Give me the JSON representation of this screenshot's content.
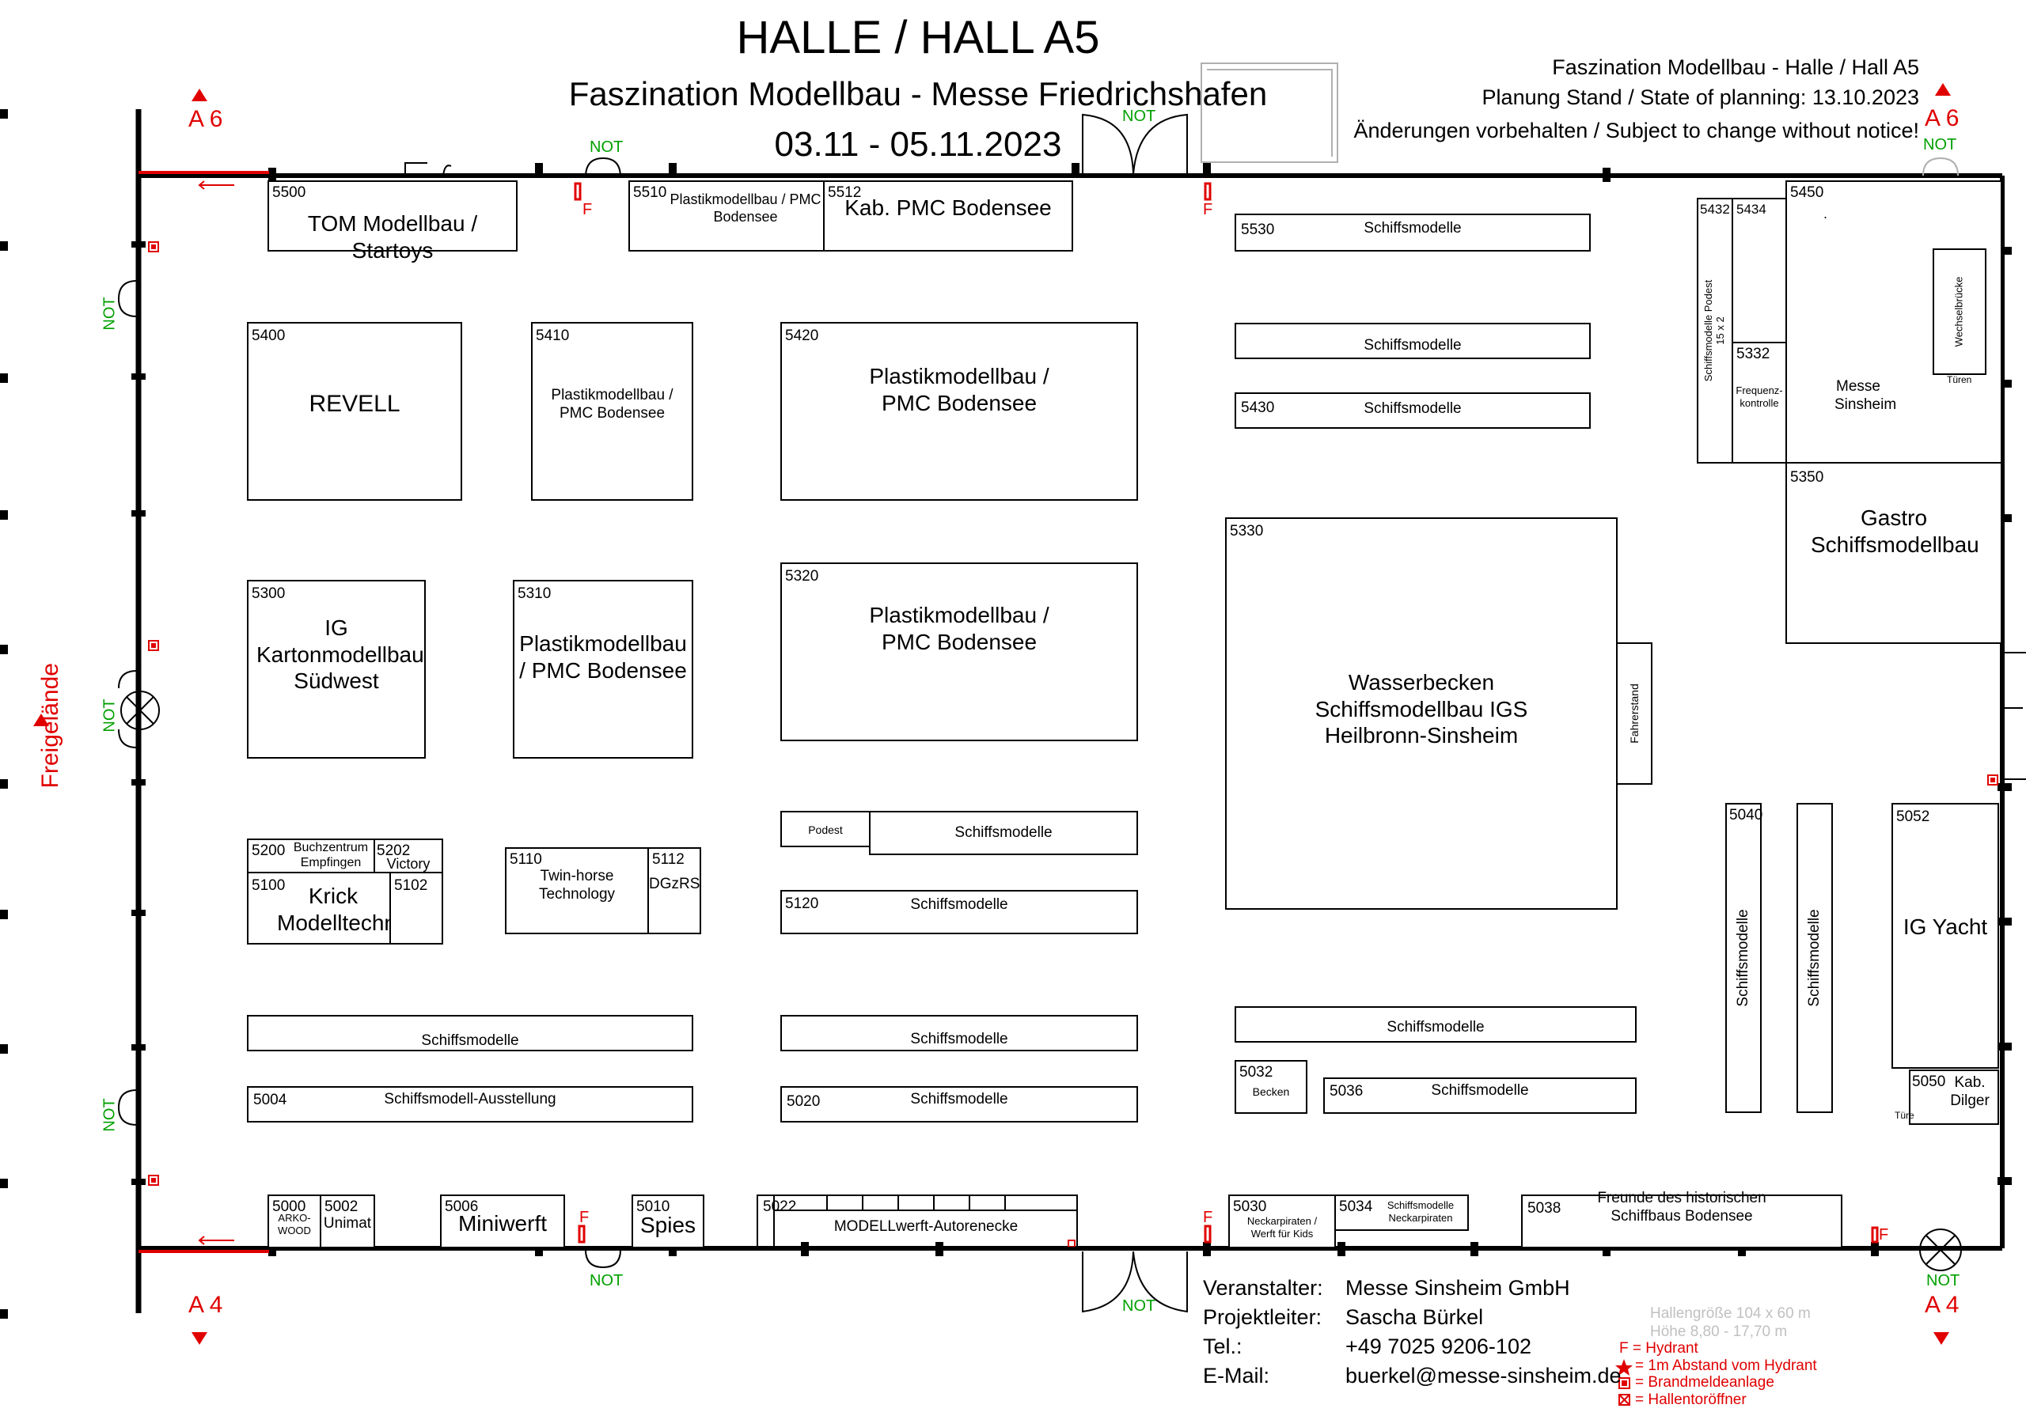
{
  "header": {
    "title": "HALLE / HALL A5",
    "subtitle": "Faszination Modellbau - Messe Friedrichshafen",
    "dates": "03.11 - 05.11.2023",
    "right_line1": "Faszination Modellbau - Halle / Hall A5",
    "right_line2": "Planung Stand / State of planning: 13.10.2023",
    "right_line3": "Änderungen vorbehalten / Subject to change without notice!"
  },
  "labels": {
    "a6": "A 6",
    "a4": "A 4",
    "not": "NOT",
    "f": "F",
    "freigelaende": "Freigelände"
  },
  "booths": [
    {
      "id": "5500",
      "label": "TOM Modellbau / Startoys"
    },
    {
      "id": "5510",
      "label": "Plastikmodellbau / PMC Bodensee"
    },
    {
      "id": "5512",
      "label": "Kab. PMC Bodensee"
    },
    {
      "id": "5530",
      "label": "Schiffsmodelle"
    },
    {
      "id": "",
      "label": "Schiffsmodelle"
    },
    {
      "id": "5430",
      "label": "Schiffsmodelle"
    },
    {
      "id": "5400",
      "label": "REVELL"
    },
    {
      "id": "5410",
      "label": "Plastikmodellbau / PMC Bodensee"
    },
    {
      "id": "5420",
      "label": "Plastikmodellbau / PMC Bodensee"
    },
    {
      "id": "5300",
      "label": "IG Kartonmodellbau Südwest"
    },
    {
      "id": "5310",
      "label": "Plastikmodellbau / PMC Bodensee"
    },
    {
      "id": "5320",
      "label": "Plastikmodellbau / PMC Bodensee"
    },
    {
      "id": "5330",
      "label": "Wasserbecken Schiffsmodellbau IGS Heilbronn-Sinsheim"
    },
    {
      "id": "",
      "label": "Fahrerstand"
    },
    {
      "id": "5200",
      "label": "Buchzentrum Empfingen"
    },
    {
      "id": "5202",
      "label": "Victory"
    },
    {
      "id": "5100",
      "label": "Krick Modelltechnik"
    },
    {
      "id": "5102",
      "label": ""
    },
    {
      "id": "5110",
      "label": "Twin-horse Technology"
    },
    {
      "id": "5112",
      "label": "DGzRS"
    },
    {
      "id": "",
      "label": "Podest"
    },
    {
      "id": "",
      "label": "Schiffsmodelle"
    },
    {
      "id": "5120",
      "label": "Schiffsmodelle"
    },
    {
      "id": "",
      "label": "Schiffsmodelle"
    },
    {
      "id": "5004",
      "label": "Schiffsmodell-Ausstellung"
    },
    {
      "id": "",
      "label": "Schiffsmodelle"
    },
    {
      "id": "5020",
      "label": "Schiffsmodelle"
    },
    {
      "id": "",
      "label": "Schiffsmodelle"
    },
    {
      "id": "5032",
      "label": "Becken"
    },
    {
      "id": "5036",
      "label": "Schiffsmodelle"
    },
    {
      "id": "5040",
      "label": "Schiffsmodelle"
    },
    {
      "id": "",
      "label": "Schiffsmodelle"
    },
    {
      "id": "5052",
      "label": "IG Yacht"
    },
    {
      "id": "5050",
      "label": "Kab. Dilger"
    },
    {
      "id": "5432",
      "label": "Schiffsmodelle Podest 15 x 2"
    },
    {
      "id": "5434",
      "label": ""
    },
    {
      "id": "5332",
      "label": "Frequenz-kontrolle"
    },
    {
      "id": "5450",
      "label": "Messe Sinsheim"
    },
    {
      "id": "",
      "label": "Wechselbrücke"
    },
    {
      "id": "5350",
      "label": "Gastro Schiffsmodellbau"
    },
    {
      "id": "5000",
      "label": "ARKO-WOOD"
    },
    {
      "id": "5002",
      "label": "Unimat"
    },
    {
      "id": "5006",
      "label": "Miniwerft"
    },
    {
      "id": "5010",
      "label": "Spies"
    },
    {
      "id": "5022",
      "label": "MODELLwerft-Autorenecke"
    },
    {
      "id": "5030",
      "label": "Neckarpiraten / Werft für Kids"
    },
    {
      "id": "5034",
      "label": "Schiffsmodelle Neckarpiraten"
    },
    {
      "id": "5038",
      "label": "Freunde des historischen Schiffbaus Bodensee"
    }
  ],
  "small_text": {
    "tueren": "Türen",
    "tuere": "Türe",
    "dot": "."
  },
  "footer": {
    "contacts": [
      {
        "key": "Veranstalter:",
        "value": "Messe Sinsheim GmbH"
      },
      {
        "key": "Projektleiter:",
        "value": "Sascha Bürkel"
      },
      {
        "key": "Tel.:",
        "value": "+49 7025 9206-102"
      },
      {
        "key": "E-Mail:",
        "value": "buerkel@messe-sinsheim.de"
      }
    ],
    "hall_size": "Hallengröße  104 x 60 m",
    "hall_height": "Höhe 8,80 - 17,70 m",
    "legend": [
      "F = Hydrant",
      "= 1m Abstand vom Hydrant",
      "= Brandmeldeanlage",
      "= Hallentoröffner"
    ]
  },
  "colors": {
    "red": "#e00000",
    "green": "#00a000",
    "grey": "#b0b0b0"
  }
}
